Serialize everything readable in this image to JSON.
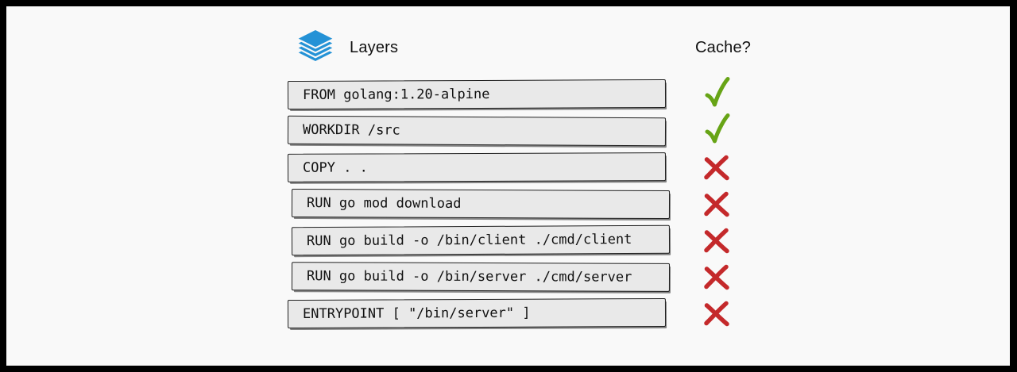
{
  "header": {
    "layers_label": "Layers",
    "cache_label": "Cache?",
    "layers_icon": "layers-icon"
  },
  "rows": [
    {
      "command": "FROM golang:1.20-alpine",
      "cached": true,
      "mark_icon": "check-icon"
    },
    {
      "command": "WORKDIR /src",
      "cached": true,
      "mark_icon": "check-icon"
    },
    {
      "command": "COPY . .",
      "cached": false,
      "mark_icon": "cross-icon"
    },
    {
      "command": "RUN go mod download",
      "cached": false,
      "mark_icon": "cross-icon"
    },
    {
      "command": "RUN go build -o /bin/client ./cmd/client",
      "cached": false,
      "mark_icon": "cross-icon"
    },
    {
      "command": "RUN go build -o /bin/server ./cmd/server",
      "cached": false,
      "mark_icon": "cross-icon"
    },
    {
      "command": "ENTRYPOINT [ \"/bin/server\" ]",
      "cached": false,
      "mark_icon": "cross-icon"
    }
  ],
  "colors": {
    "layers_blue": "#2492d6",
    "check_green": "#67a416",
    "cross_red": "#c4292b",
    "box_fill": "#e9e9e9",
    "box_border": "#1f1f1f",
    "background": "#f9f9f9",
    "frame": "#000000"
  }
}
